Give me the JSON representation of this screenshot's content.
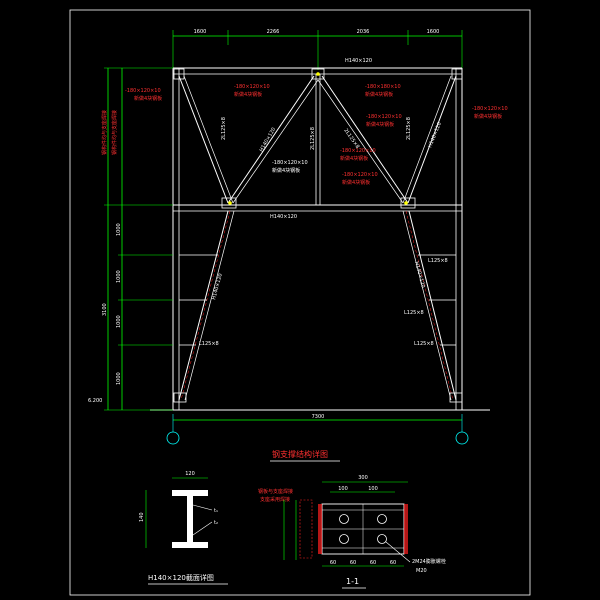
{
  "top_dims": [
    "1600",
    "2266",
    "2036",
    "1600"
  ],
  "beam_top": "H140×120",
  "beam_mid": "H140×120",
  "brace_main": "H140×120",
  "brace_small_left": "2L125×8",
  "brace_small_mid": "2L125×8",
  "brace_small_right": "2L125×8",
  "brace_top_right": "2L125×8",
  "angles": [
    "L125×8",
    "L125×8",
    "L125×8",
    "L125×8"
  ],
  "plate_notes": [
    "-180×120×10",
    "-180×180×10",
    "-180×120×10",
    "-180×120×10",
    "-180×120×10",
    "-180×120×10"
  ],
  "plate_sub": [
    "新做4块钢板",
    "新做4块钢板",
    "新做4块钢板",
    "新做4块钢板",
    "新做4块钢板",
    "新做4块钢板"
  ],
  "left_note": [
    "钢构件均与支座焊接",
    "钢构件均与支座焊接"
  ],
  "left_dims": [
    "1000",
    "1000",
    "1000",
    "1000"
  ],
  "left_total": "3100",
  "elevation": "6.200",
  "bottom_dim": "7300",
  "title_main": "钢支撑结构详图",
  "section_h_title": "H140×120截面详图",
  "section_h_dims": {
    "width": "120",
    "height": "140"
  },
  "section_1_title": "1-1",
  "section_1_dims": {
    "top": "300",
    "sub": [
      "100",
      "100"
    ],
    "bottom": [
      "60",
      "60",
      "60",
      "60"
    ]
  },
  "section_1_notes": [
    "钢板与支座焊接",
    "支座采用焊接"
  ],
  "bolt_note": "2M24膨胀螺栓",
  "bolt_sub": "M20",
  "t_labels": [
    "t₁",
    "t₂"
  ],
  "colors": {
    "background": "#000000",
    "structure": "#ffffff",
    "annotation": "#ff2020",
    "dimension": "#00ff00",
    "grid": "#00ffff",
    "accent": "#ffff00"
  }
}
